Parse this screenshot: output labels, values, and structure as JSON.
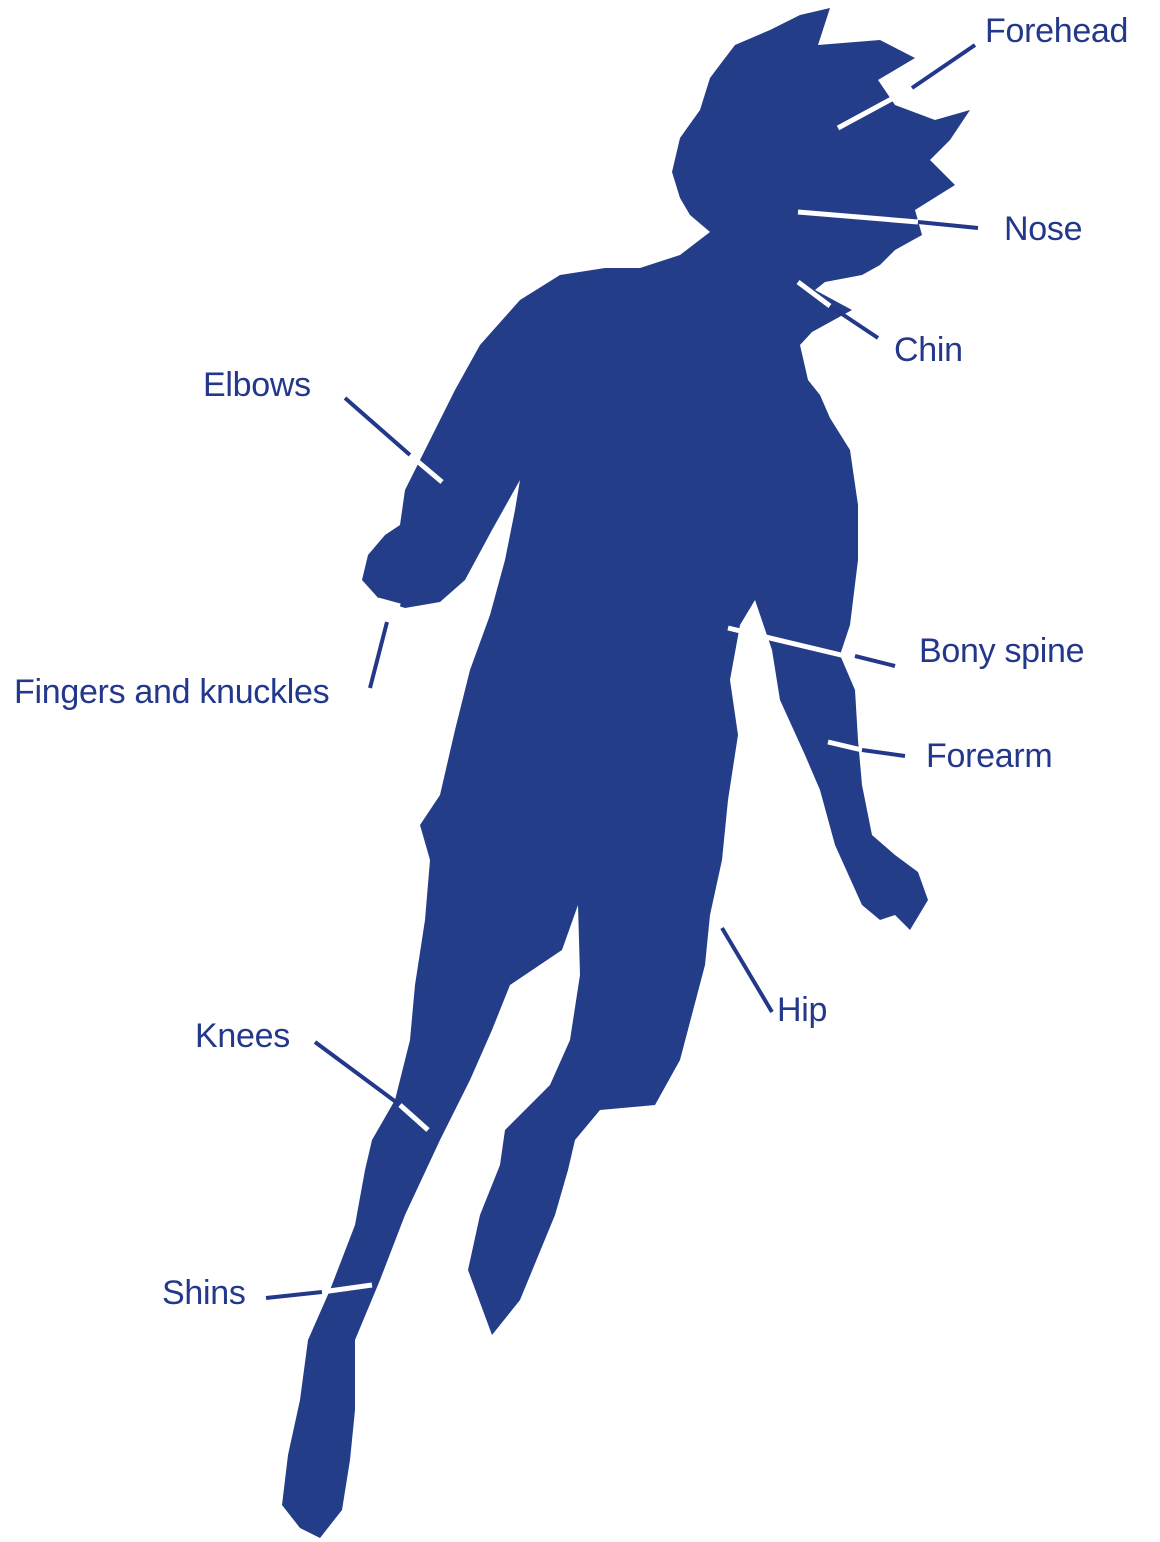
{
  "colors": {
    "silhouette": "#233d89",
    "label_text": "#23388a",
    "leader_line": "#23388a",
    "background": "#ffffff"
  },
  "labels": {
    "forehead": "Forehead",
    "nose": "Nose",
    "chin": "Chin",
    "elbows": "Elbows",
    "fingers_and_knuckles": "Fingers and knuckles",
    "bony_spine": "Bony spine",
    "forearm": "Forearm",
    "hip": "Hip",
    "knees": "Knees",
    "shins": "Shins"
  }
}
